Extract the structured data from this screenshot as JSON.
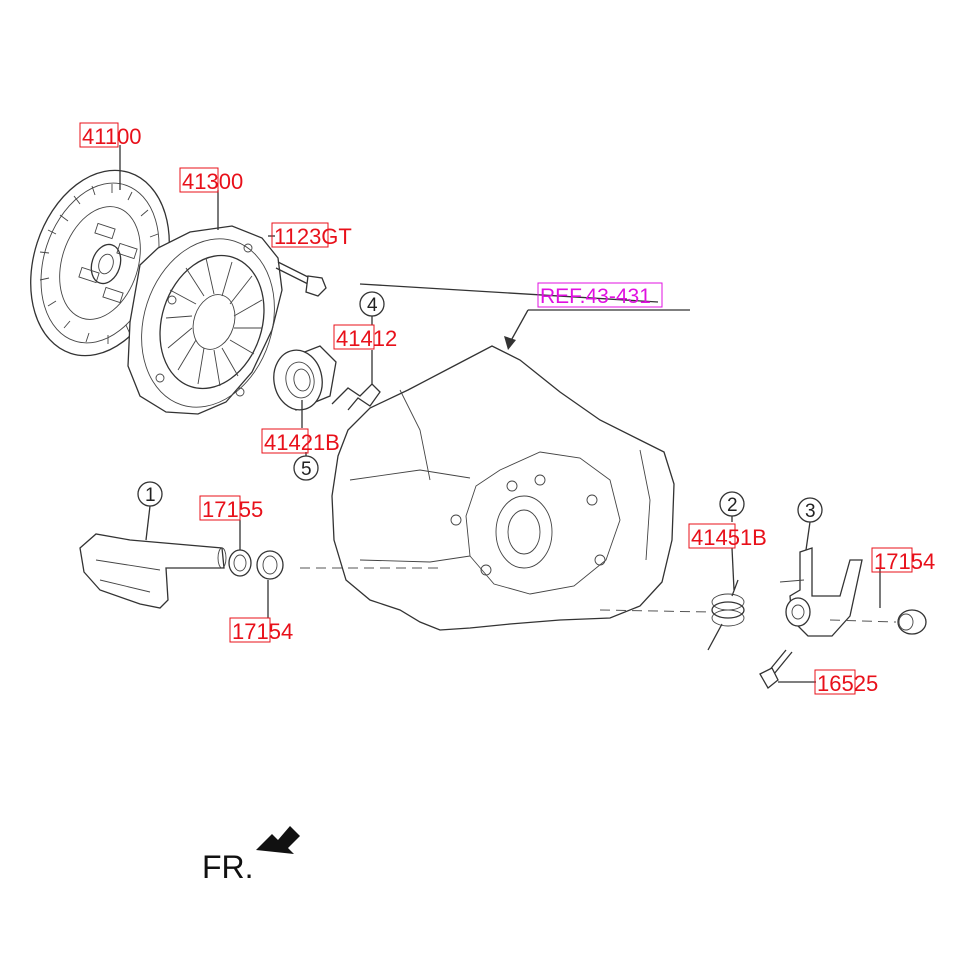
{
  "labels": {
    "clutch_disc": "41100",
    "pressure_plate": "41300",
    "bolt": "1123GT",
    "ref": "REF.43-431",
    "clip": "41412",
    "release_bearing": "41421B",
    "bushing_upper_left": "17155",
    "bushing_lower_left": "17154",
    "spring": "41451B",
    "bushing_right": "17154",
    "fork_bolt": "16525",
    "front": "FR."
  },
  "callouts": {
    "c1": "1",
    "c2": "2",
    "c3": "3",
    "c4": "4",
    "c5": "5"
  },
  "colors": {
    "part_number": "#e8101a",
    "reference": "#e010e0",
    "line_art": "#333333"
  }
}
